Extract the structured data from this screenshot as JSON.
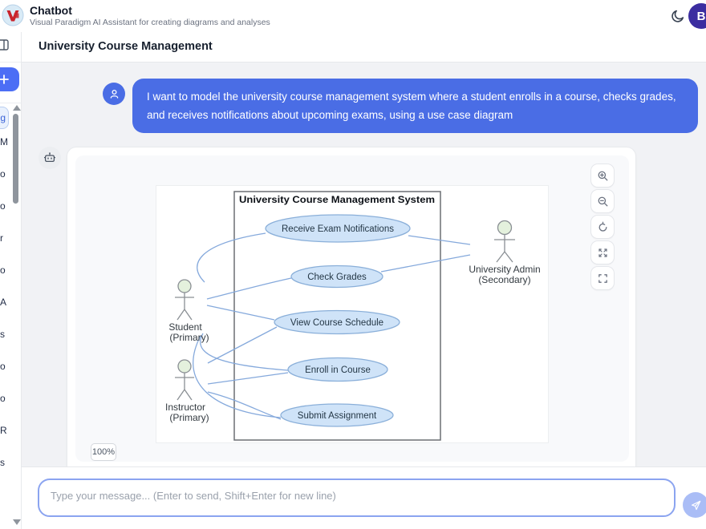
{
  "header": {
    "app_title": "Chatbot",
    "app_subtitle": "Visual Paradigm AI Assistant for creating diagrams and analyses",
    "user_initial": "B"
  },
  "toolbar": {
    "title": "University Course Management"
  },
  "sidebar": {
    "active_item": "g",
    "items": [
      "M",
      "o",
      "o",
      "r",
      "o",
      "A",
      "s",
      "o",
      "o",
      "R",
      "s"
    ]
  },
  "chat": {
    "user_message": "I want to model the university course management system where a student enrolls in a course, checks grades, and receives notifications about upcoming exams, using a use case diagram",
    "zoom_level": "100%"
  },
  "diagram": {
    "system_title": "University Course Management System",
    "use_cases": [
      "Receive Exam Notifications",
      "Check Grades",
      "View Course Schedule",
      "Enroll in Course",
      "Submit Assignment"
    ],
    "actors": [
      {
        "name": "Student",
        "role": "(Primary)"
      },
      {
        "name": "Instructor",
        "role": "(Primary)"
      },
      {
        "name": "University Admin",
        "role": "(Secondary)"
      }
    ]
  },
  "composer": {
    "placeholder": "Type your message... (Enter to send, Shift+Enter for new line)"
  },
  "colors": {
    "accent_blue": "#4a6de5",
    "usecase_fill": "#cfe3f8",
    "usecase_stroke": "#8aafd9",
    "connector": "#85a9dc",
    "actor_head": "#e4f1dd",
    "avatar_indigo": "#3b2da0"
  }
}
